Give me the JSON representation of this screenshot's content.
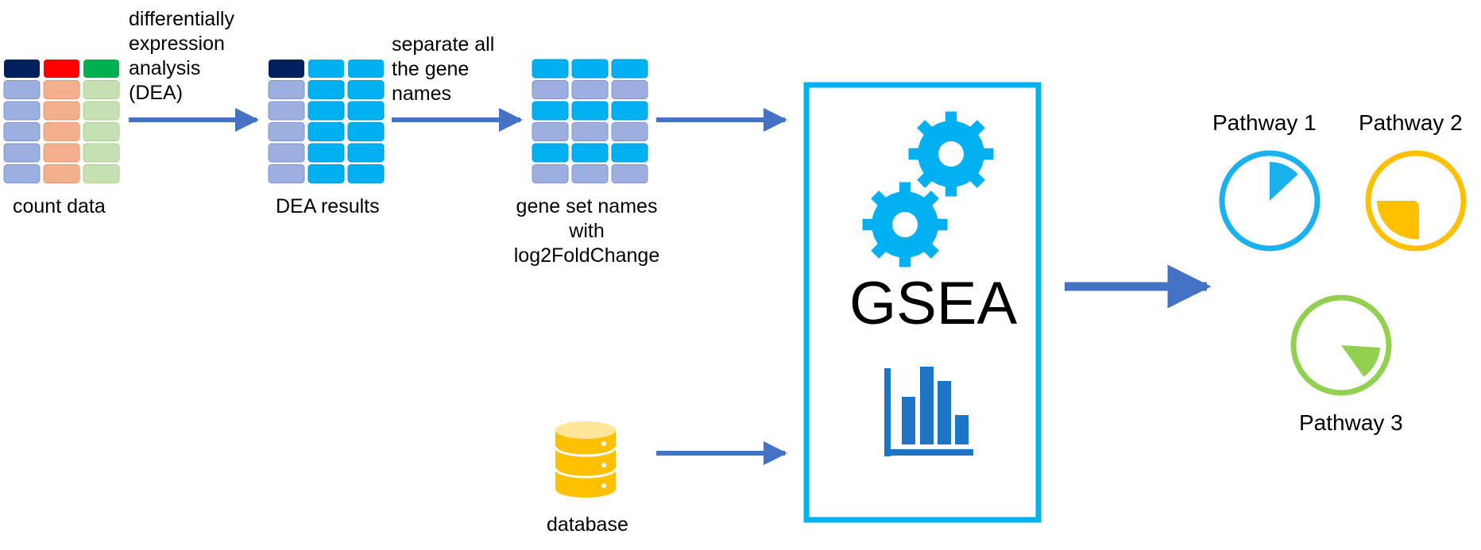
{
  "labels": {
    "count_data": "count data",
    "dea_step": "differentially\nexpression\nanalysis\n(DEA)",
    "dea_results": "DEA results",
    "separate_step": "separate all\nthe gene\nnames",
    "gene_set": "gene set names\nwith\nlog2FoldChange",
    "database": "database",
    "gsea": "GSEA"
  },
  "pathways": [
    {
      "label": "Pathway 1",
      "fraction": 0.13,
      "color": "#1bb0ee"
    },
    {
      "label": "Pathway 2",
      "fraction": 0.25,
      "color": "#ffc000"
    },
    {
      "label": "Pathway 3",
      "fraction": 0.13,
      "color": "#92d050"
    }
  ],
  "colors": {
    "arrow": "#4472c4",
    "cyan": "#00b0f0",
    "navy": "#002060",
    "red": "#ff0000",
    "green": "#00b050",
    "row_blue": "#9daee0",
    "row_salmon": "#f4b08c",
    "row_green": "#c6e0b4",
    "database": "#ffc000",
    "chart": "#1f74c6"
  },
  "icons": [
    "gear-icon",
    "bar-chart-icon",
    "database-icon"
  ]
}
